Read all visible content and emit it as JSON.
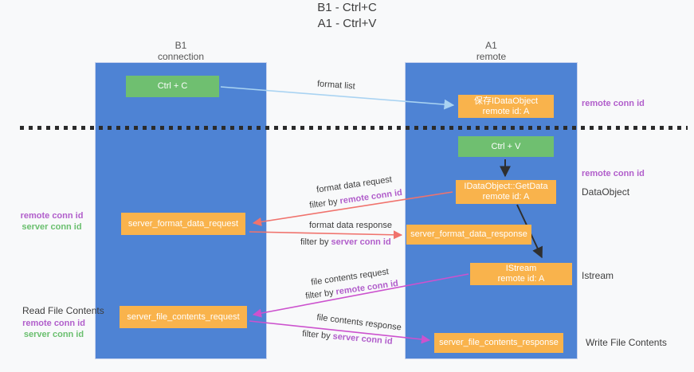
{
  "title": {
    "line1": "B1 - Ctrl+C",
    "line2": "A1 - Ctrl+V"
  },
  "lanes": {
    "left": {
      "title_line1": "B1",
      "title_line2": "connection"
    },
    "right": {
      "title_line1": "A1",
      "title_line2": "remote"
    }
  },
  "boxes": {
    "ctrl_c": {
      "label": "Ctrl + C"
    },
    "save_dataobject": {
      "line1": "保存IDataObject",
      "line2": "remote id: A"
    },
    "ctrl_v": {
      "label": "Ctrl + V"
    },
    "getdata": {
      "line1": "IDataObject::GetData",
      "line2": "remote id: A"
    },
    "server_format_data_request": {
      "label": "server_format_data_request"
    },
    "server_format_data_response": {
      "label": "server_format_data_response"
    },
    "istream": {
      "line1": "IStream",
      "line2": "remote id: A"
    },
    "server_file_contents_request": {
      "label": "server_file_contents_request"
    },
    "server_file_contents_response": {
      "label": "server_file_contents_response"
    }
  },
  "arrow_labels": {
    "format_list": "format list",
    "format_data_request": "format data request",
    "format_data_response": "format data response",
    "file_contents_request": "file contents request",
    "file_contents_response": "file contents response",
    "filter_by": "filter by ",
    "remote_conn_id": "remote conn id",
    "server_conn_id": "server conn id"
  },
  "side_labels": {
    "remote_conn_id": "remote conn id",
    "server_conn_id": "server conn id",
    "dataobject": "DataObject",
    "istream": "Istream",
    "read_file_contents": "Read File Contents",
    "write_file_contents": "Write File Contents"
  },
  "colors": {
    "background": "#f8f9fa",
    "lane_blue": "#4e83d4",
    "box_orange": "#f9b34c",
    "box_green": "#6fbf70",
    "arrow_red": "#f0736d",
    "arrow_magenta": "#cc52ce",
    "arrow_lightblue": "#a9d3f2",
    "arrow_black": "#2f2f2f",
    "text_purple": "#b15ecb",
    "text_green": "#6abf6e",
    "dash_black": "#2b2b2b"
  }
}
